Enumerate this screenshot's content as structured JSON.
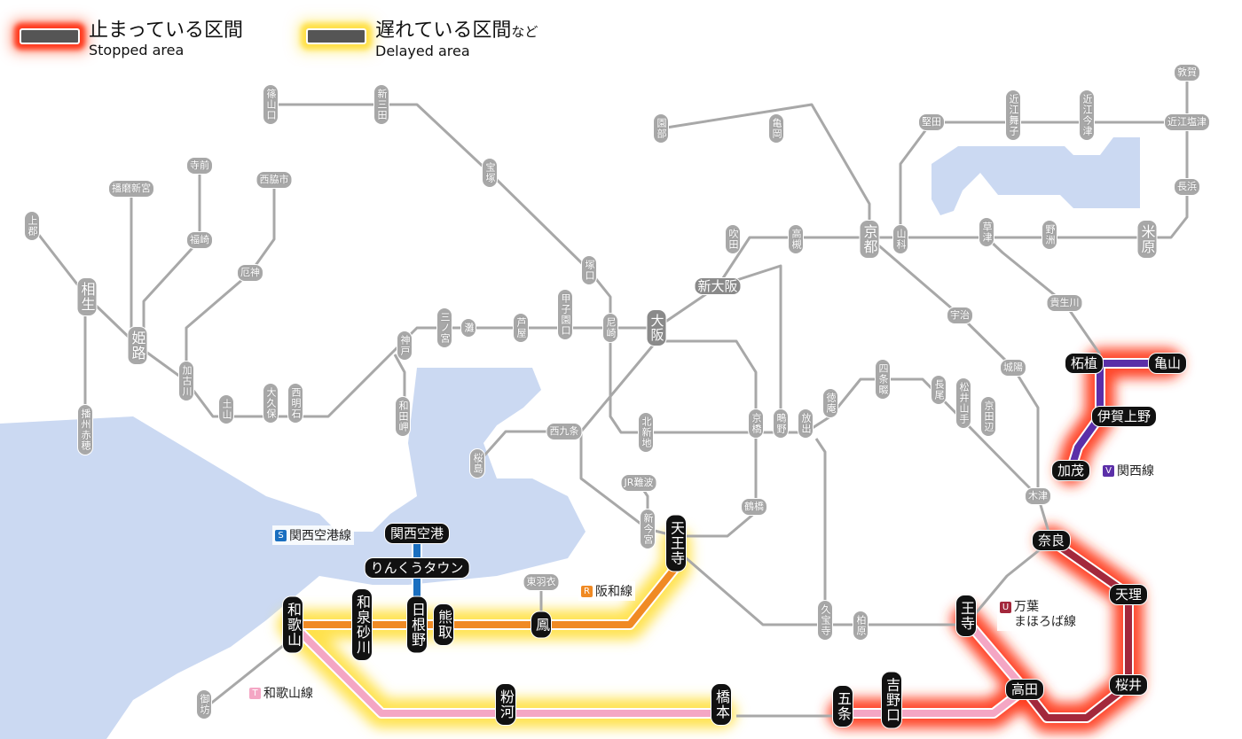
{
  "legend": {
    "stopped": {
      "ja": "止まっている区間",
      "en": "Stopped area"
    },
    "delayed": {
      "ja": "遅れている区間",
      "ja_suffix": "など",
      "en": "Delayed area"
    }
  },
  "colors": {
    "stopped_glow": "#ff3b1f",
    "delayed_glow": "#ffe14a",
    "kansai_line": "#5b2fa8",
    "manyo_line": "#a3283c",
    "wakayama_line": "#f4a6c4",
    "hanwa_line": "#f08a24",
    "airport_line": "#1a6fc0",
    "normal_line": "#a8a8a8",
    "water": "#cbd9f2"
  },
  "lines": {
    "airport": {
      "badge": "S",
      "name": "関西空港線"
    },
    "hanwa": {
      "badge": "R",
      "name": "阪和線"
    },
    "wakayama": {
      "badge": "T",
      "name": "和歌山線"
    },
    "manyo": {
      "badge": "U",
      "name": "万葉",
      "name2": "まほろば線"
    },
    "kansai": {
      "badge": "V",
      "name": "関西線"
    }
  },
  "stations": {
    "sasayamaguchi": "篠山口",
    "shinsanda": "新三田",
    "takarazuka": "宝塚",
    "tsukaguchi": "塚口",
    "amagasaki": "尼崎",
    "koshienguchi": "甲子園口",
    "ashiya": "芦屋",
    "nada": "灘",
    "sannomiya": "三ノ宮",
    "kobe": "神戸",
    "wadamisaki": "和田岬",
    "nishiakashi": "西明石",
    "okubo": "大久保",
    "tsuchiyama": "土山",
    "kakogawa": "加古川",
    "yakujin": "厄神",
    "nishiwakishi": "西脇市",
    "teramae": "寺前",
    "fukusaki": "福崎",
    "harimashingu": "播磨新宮",
    "kamigori": "上郡",
    "aioi": "相生",
    "himeji": "姫路",
    "banshuako": "播州赤穂",
    "osaka": "大阪",
    "shinosaka": "新大阪",
    "suita": "吹田",
    "takatsuki": "高槻",
    "kyoto": "京都",
    "yamashina": "山科",
    "katata": "堅田",
    "omimaiko": "近江舞子",
    "omiimazu": "近江今津",
    "omishiotsu": "近江塩津",
    "tsuruga": "敦賀",
    "nagahama": "長浜",
    "maibara": "米原",
    "yasu": "野洲",
    "kusatsu": "草津",
    "kibukawa": "貴生川",
    "uji": "宇治",
    "joyo": "城陽",
    "sonobe": "園部",
    "kameoka": "亀岡",
    "kyobashi": "京橋",
    "shigino": "鴫野",
    "hanaten": "放出",
    "tokuan": "徳庵",
    "shijonawate": "四条畷",
    "nagao": "長尾",
    "matsuiyamate": "松井山手",
    "kyotanabe": "京田辺",
    "kizu": "木津",
    "kitashinchi": "北新地",
    "nishikujo": "西九条",
    "sakurajima": "桜島",
    "jrnamba": "JR難波",
    "shinimamiya": "新今宮",
    "tsuruhashi": "鶴橋",
    "tennoji": "天王寺",
    "kyuhoji": "久宝寺",
    "kashiwara": "柏原",
    "oji": "王寺",
    "gobo": "御坊",
    "higashihagoromo": "東羽衣",
    "tsuge": "柘植",
    "kameyama": "亀山",
    "igaueno": "伊賀上野",
    "kamo": "加茂",
    "nara": "奈良",
    "tenri": "天理",
    "sakurai": "桜井",
    "takada": "高田",
    "yoshinoguchi": "吉野口",
    "gojo": "五条",
    "hashimoto": "橋本",
    "kokawa": "粉河",
    "wakayama": "和歌山",
    "izumisunagawa": "和泉砂川",
    "hineno": "日根野",
    "kumatori": "熊取",
    "otori": "鳳",
    "kansaiairport": "関西空港",
    "rinkutown": "りんくうタウン"
  }
}
